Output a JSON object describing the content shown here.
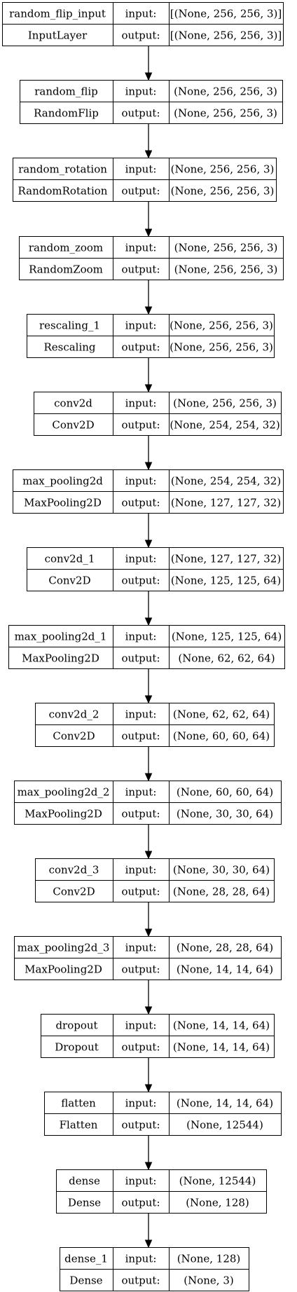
{
  "labels": {
    "input": "input:",
    "output": "output:"
  },
  "layers": [
    {
      "name": "random_flip_input",
      "type": "InputLayer",
      "input": "[(None, 256, 256, 3)]",
      "output": "[(None, 256, 256, 3)]"
    },
    {
      "name": "random_flip",
      "type": "RandomFlip",
      "input": "(None, 256, 256, 3)",
      "output": "(None, 256, 256, 3)"
    },
    {
      "name": "random_rotation",
      "type": "RandomRotation",
      "input": "(None, 256, 256, 3)",
      "output": "(None, 256, 256, 3)"
    },
    {
      "name": "random_zoom",
      "type": "RandomZoom",
      "input": "(None, 256, 256, 3)",
      "output": "(None, 256, 256, 3)"
    },
    {
      "name": "rescaling_1",
      "type": "Rescaling",
      "input": "(None, 256, 256, 3)",
      "output": "(None, 256, 256, 3)"
    },
    {
      "name": "conv2d",
      "type": "Conv2D",
      "input": "(None, 256, 256, 3)",
      "output": "(None, 254, 254, 32)"
    },
    {
      "name": "max_pooling2d",
      "type": "MaxPooling2D",
      "input": "(None, 254, 254, 32)",
      "output": "(None, 127, 127, 32)"
    },
    {
      "name": "conv2d_1",
      "type": "Conv2D",
      "input": "(None, 127, 127, 32)",
      "output": "(None, 125, 125, 64)"
    },
    {
      "name": "max_pooling2d_1",
      "type": "MaxPooling2D",
      "input": "(None, 125, 125, 64)",
      "output": "(None, 62, 62, 64)"
    },
    {
      "name": "conv2d_2",
      "type": "Conv2D",
      "input": "(None, 62, 62, 64)",
      "output": "(None, 60, 60, 64)"
    },
    {
      "name": "max_pooling2d_2",
      "type": "MaxPooling2D",
      "input": "(None, 60, 60, 64)",
      "output": "(None, 30, 30, 64)"
    },
    {
      "name": "conv2d_3",
      "type": "Conv2D",
      "input": "(None, 30, 30, 64)",
      "output": "(None, 28, 28, 64)"
    },
    {
      "name": "max_pooling2d_3",
      "type": "MaxPooling2D",
      "input": "(None, 28, 28, 64)",
      "output": "(None, 14, 14, 64)"
    },
    {
      "name": "dropout",
      "type": "Dropout",
      "input": "(None, 14, 14, 64)",
      "output": "(None, 14, 14, 64)"
    },
    {
      "name": "flatten",
      "type": "Flatten",
      "input": "(None, 14, 14, 64)",
      "output": "(None, 12544)"
    },
    {
      "name": "dense",
      "type": "Dense",
      "input": "(None, 12544)",
      "output": "(None, 128)"
    },
    {
      "name": "dense_1",
      "type": "Dense",
      "input": "(None, 128)",
      "output": "(None, 3)"
    }
  ]
}
